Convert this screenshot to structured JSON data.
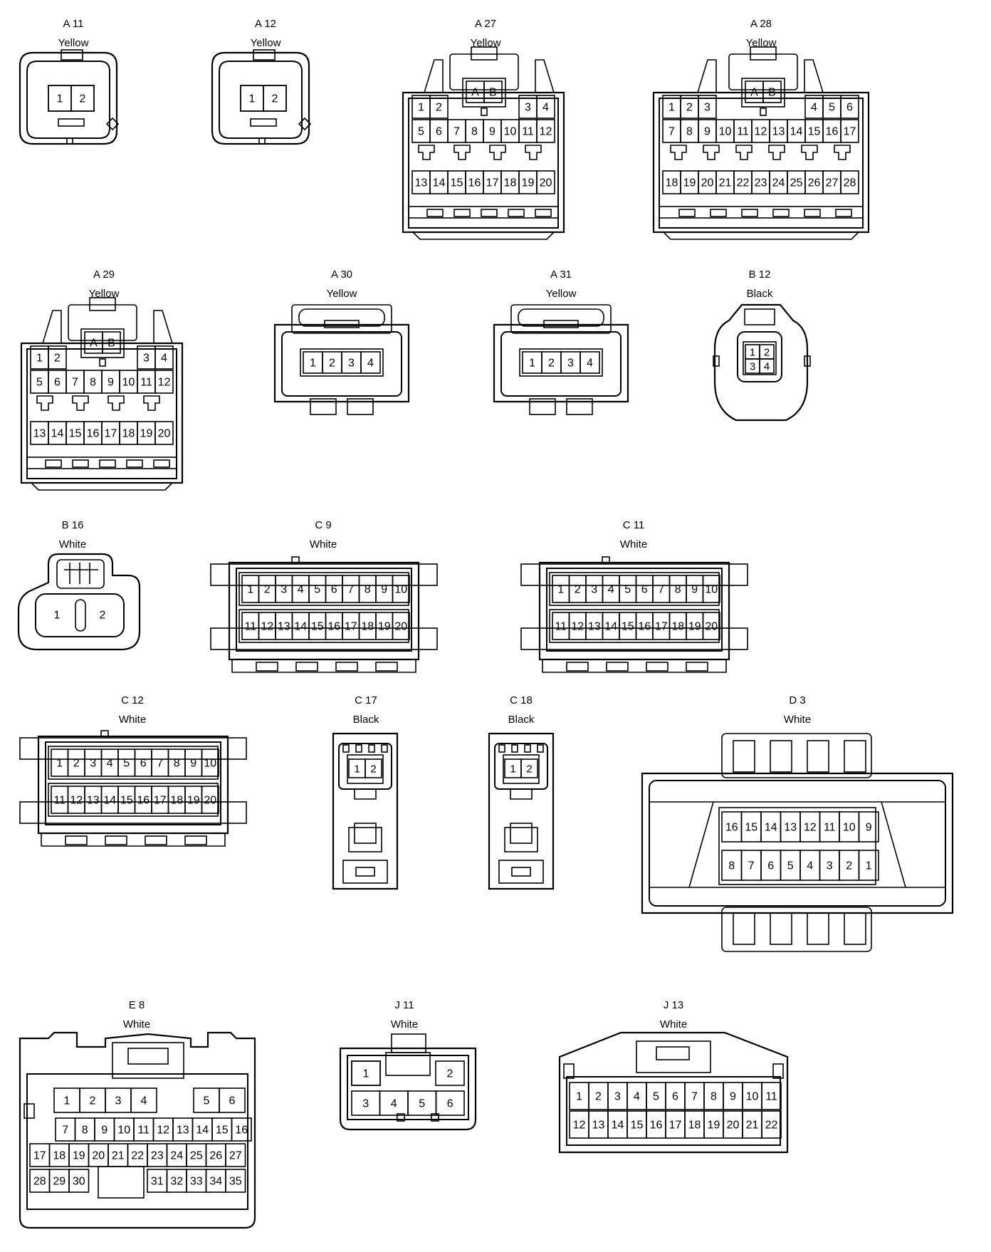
{
  "connectors": [
    {
      "id": "A 11",
      "color": "Yellow",
      "rows": [
        [
          "1",
          "2"
        ]
      ]
    },
    {
      "id": "A 12",
      "color": "Yellow",
      "rows": [
        [
          "1",
          "2"
        ]
      ]
    },
    {
      "id": "A 27",
      "color": "Yellow",
      "rows": [
        [
          "A",
          "B"
        ],
        [
          "1",
          "2",
          "3",
          "4"
        ],
        [
          "5",
          "6",
          "7",
          "8",
          "9",
          "10",
          "11",
          "12"
        ],
        [
          "13",
          "14",
          "15",
          "16",
          "17",
          "18",
          "19",
          "20"
        ]
      ]
    },
    {
      "id": "A 28",
      "color": "Yellow",
      "rows": [
        [
          "A",
          "B"
        ],
        [
          "1",
          "2",
          "3",
          "4",
          "5",
          "6"
        ],
        [
          "7",
          "8",
          "9",
          "10",
          "11",
          "12",
          "13",
          "14",
          "15",
          "16",
          "17"
        ],
        [
          "18",
          "19",
          "20",
          "21",
          "22",
          "23",
          "24",
          "25",
          "26",
          "27",
          "28"
        ]
      ]
    },
    {
      "id": "A 29",
      "color": "Yellow",
      "rows": [
        [
          "A",
          "B"
        ],
        [
          "1",
          "2",
          "3",
          "4"
        ],
        [
          "5",
          "6",
          "7",
          "8",
          "9",
          "10",
          "11",
          "12"
        ],
        [
          "13",
          "14",
          "15",
          "16",
          "17",
          "18",
          "19",
          "20"
        ]
      ]
    },
    {
      "id": "A 30",
      "color": "Yellow",
      "rows": [
        [
          "1",
          "2",
          "3",
          "4"
        ]
      ]
    },
    {
      "id": "A 31",
      "color": "Yellow",
      "rows": [
        [
          "1",
          "2",
          "3",
          "4"
        ]
      ]
    },
    {
      "id": "B 12",
      "color": "Black",
      "rows": [
        [
          "1",
          "2"
        ],
        [
          "3",
          "4"
        ]
      ]
    },
    {
      "id": "B 16",
      "color": "White",
      "rows": [
        [
          "1",
          "2"
        ]
      ]
    },
    {
      "id": "C 9",
      "color": "White",
      "rows": [
        [
          "1",
          "2",
          "3",
          "4",
          "5",
          "6",
          "7",
          "8",
          "9",
          "10"
        ],
        [
          "11",
          "12",
          "13",
          "14",
          "15",
          "16",
          "17",
          "18",
          "19",
          "20"
        ]
      ]
    },
    {
      "id": "C 11",
      "color": "White",
      "rows": [
        [
          "1",
          "2",
          "3",
          "4",
          "5",
          "6",
          "7",
          "8",
          "9",
          "10"
        ],
        [
          "11",
          "12",
          "13",
          "14",
          "15",
          "16",
          "17",
          "18",
          "19",
          "20"
        ]
      ]
    },
    {
      "id": "C 12",
      "color": "White",
      "rows": [
        [
          "1",
          "2",
          "3",
          "4",
          "5",
          "6",
          "7",
          "8",
          "9",
          "10"
        ],
        [
          "11",
          "12",
          "13",
          "14",
          "15",
          "16",
          "17",
          "18",
          "19",
          "20"
        ]
      ]
    },
    {
      "id": "C 17",
      "color": "Black",
      "rows": [
        [
          "1",
          "2"
        ]
      ]
    },
    {
      "id": "C 18",
      "color": "Black",
      "rows": [
        [
          "1",
          "2"
        ]
      ]
    },
    {
      "id": "D 3",
      "color": "White",
      "rows": [
        [
          "16",
          "15",
          "14",
          "13",
          "12",
          "11",
          "10",
          "9"
        ],
        [
          "8",
          "7",
          "6",
          "5",
          "4",
          "3",
          "2",
          "1"
        ]
      ]
    },
    {
      "id": "E 8",
      "color": "White",
      "rows": [
        [
          "1",
          "2",
          "3",
          "4",
          "5",
          "6"
        ],
        [
          "7",
          "8",
          "9",
          "10",
          "11",
          "12",
          "13",
          "14",
          "15",
          "16"
        ],
        [
          "17",
          "18",
          "19",
          "20",
          "21",
          "22",
          "23",
          "24",
          "25",
          "26",
          "27"
        ],
        [
          "28",
          "29",
          "30",
          "31",
          "32",
          "33",
          "34",
          "35"
        ]
      ]
    },
    {
      "id": "J 11",
      "color": "White",
      "rows": [
        [
          "1",
          "2"
        ],
        [
          "3",
          "4",
          "5",
          "6"
        ]
      ]
    },
    {
      "id": "J 13",
      "color": "White",
      "rows": [
        [
          "1",
          "2",
          "3",
          "4",
          "5",
          "6",
          "7",
          "8",
          "9",
          "10",
          "11"
        ],
        [
          "12",
          "13",
          "14",
          "15",
          "16",
          "17",
          "18",
          "19",
          "20",
          "21",
          "22"
        ]
      ]
    }
  ]
}
